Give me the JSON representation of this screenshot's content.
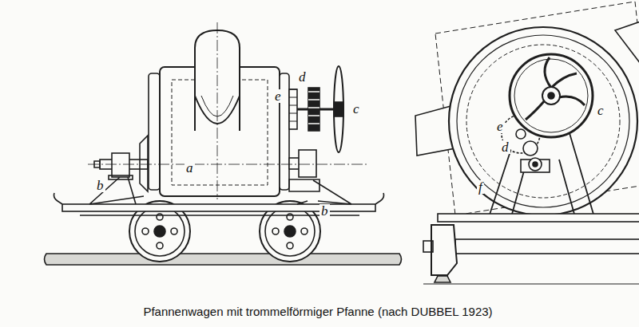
{
  "diagram": {
    "caption": "Pfannenwagen mit trommelförmiger Pfanne (nach DUBBEL 1923)",
    "labels": [
      "e",
      "d",
      "c",
      "a",
      "b",
      "b",
      "c",
      "e",
      "d",
      "f"
    ]
  }
}
